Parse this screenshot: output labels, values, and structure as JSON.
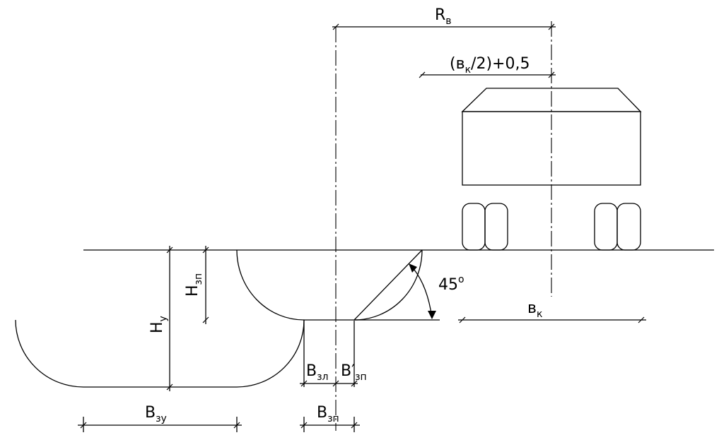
{
  "labels": {
    "rv": {
      "main": "R",
      "sub": "в"
    },
    "half_track": {
      "text": "(в",
      "sub": "к",
      "tail": "/2)+0,5"
    },
    "angle": {
      "value": "45",
      "unit": "о"
    },
    "track_width": {
      "main": "в",
      "sub": "к"
    },
    "h_zp": {
      "main": "H",
      "sub": "зп"
    },
    "h_u": {
      "main": "H",
      "sub": "у"
    },
    "b_zl": {
      "main": "B",
      "sub": "зл"
    },
    "b_zp_prime": {
      "main": "B′",
      "sub": "зп"
    },
    "b_zp": {
      "main": "B",
      "sub": "зп"
    },
    "b_zu": {
      "main": "B",
      "sub": "зу"
    }
  }
}
